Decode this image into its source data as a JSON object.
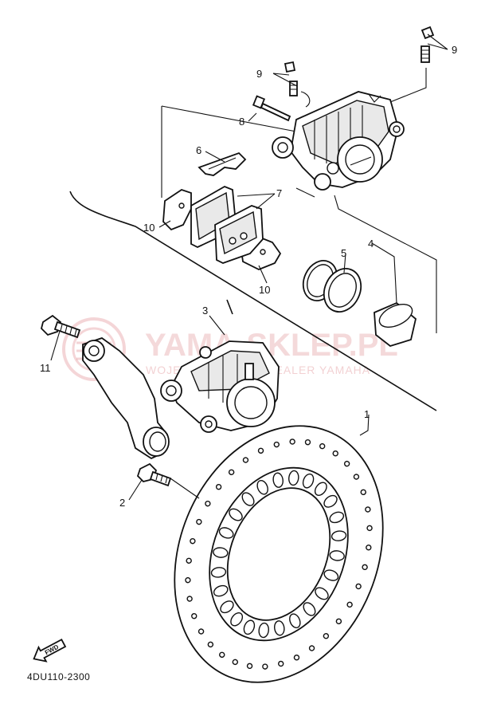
{
  "diagram": {
    "code": "4DU110-2300",
    "forward_label": "FWD",
    "callouts": {
      "c1": "1",
      "c2": "2",
      "c3": "3",
      "c4": "4",
      "c5": "5",
      "c6": "6",
      "c7": "7",
      "c8": "8",
      "c9a": "9",
      "c9b": "9",
      "c10a": "10",
      "c10b": "10",
      "c11": "11"
    }
  },
  "watermark": {
    "brand": "YAMA-SKLEP.PL",
    "tagline": "WOJEJSHOP MOTO DEALER YAMAHA"
  }
}
